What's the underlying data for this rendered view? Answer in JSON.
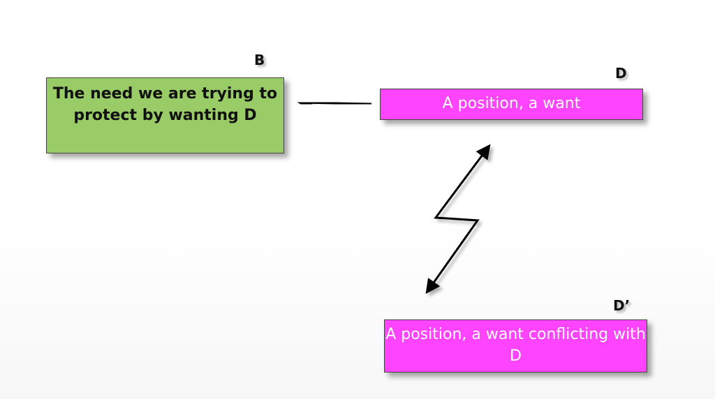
{
  "labels": {
    "b": "B",
    "d": "D",
    "d_prime": "D’"
  },
  "boxes": {
    "need": {
      "text": "The need we are trying to protect by wanting D",
      "color": "#99cc66"
    },
    "position": {
      "text": "A position, a want",
      "color": "#ff44ff"
    },
    "conflicting_position": {
      "text": "A position, a want conflicting with D",
      "color": "#ff44ff"
    }
  }
}
